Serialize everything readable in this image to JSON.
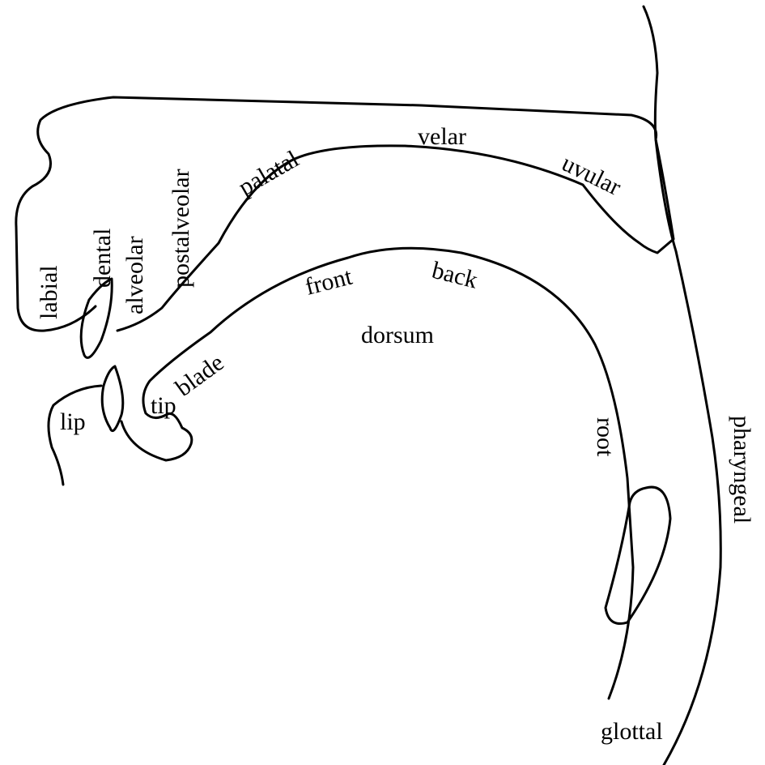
{
  "diagram": {
    "labels": {
      "labial": "labial",
      "dental": "dental",
      "alveolar": "alveolar",
      "postalveolar": "postalveolar",
      "palatal": "palatal",
      "velar": "velar",
      "uvular": "uvular",
      "pharyngeal": "pharyngeal",
      "glottal": "glottal",
      "lip": "lip",
      "tip": "tip",
      "blade": "blade",
      "front": "front",
      "back": "back",
      "dorsum": "dorsum",
      "root": "root"
    }
  },
  "colors": {
    "background": "#ffffff",
    "line": "#000000"
  }
}
